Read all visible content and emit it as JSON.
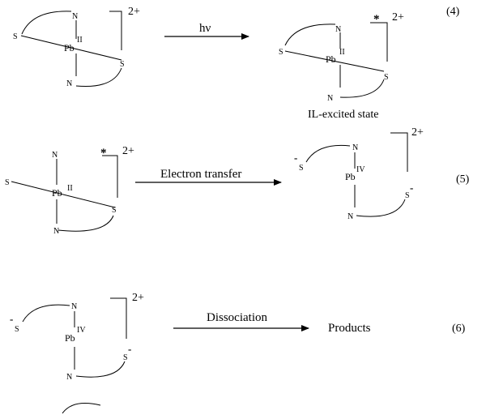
{
  "colors": {
    "ink": "#000000",
    "background": "#ffffff"
  },
  "atoms": {
    "metal": "Pb",
    "nitrogen": "N",
    "sulfur": "S"
  },
  "oxidation_states": {
    "ground": "II",
    "oxidized": "IV"
  },
  "charge": "2+",
  "excited_marker": "*",
  "minus": "-",
  "reactions": [
    {
      "number": "(4)",
      "arrow_label": "hν",
      "product_caption": "IL-excited state"
    },
    {
      "number": "(5)",
      "arrow_label": "Electron  transfer"
    },
    {
      "number": "(6)",
      "arrow_label": "Dissociation",
      "product_text": "Products"
    }
  ]
}
